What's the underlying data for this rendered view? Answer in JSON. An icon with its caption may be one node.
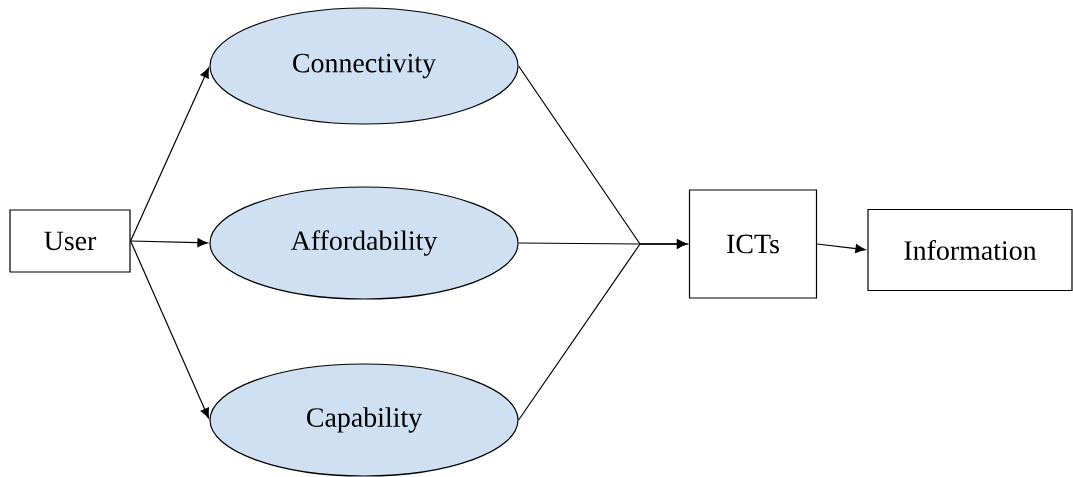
{
  "diagram": {
    "nodes": [
      {
        "text": [
          "User"
        ]
      },
      {
        "text": [
          "Connectivity"
        ]
      },
      {
        "text": [
          "Affordability"
        ]
      },
      {
        "text": [
          "Capability"
        ]
      },
      {
        "text": [
          "ICTs"
        ]
      },
      {
        "text": [
          "Information"
        ]
      }
    ],
    "edges": [
      {
        "from": 0,
        "to": 1,
        "arrow": "to"
      },
      {
        "from": 0,
        "to": 2,
        "arrow": "to"
      },
      {
        "from": 0,
        "to": 3,
        "arrow": "to"
      },
      {
        "from": 1,
        "to": 4,
        "arrow": "to"
      },
      {
        "from": 2,
        "to": 4,
        "arrow": "to"
      },
      {
        "from": 3,
        "to": 4,
        "arrow": "to"
      },
      {
        "from": 4,
        "to": 5,
        "arrow": "to"
      }
    ]
  }
}
